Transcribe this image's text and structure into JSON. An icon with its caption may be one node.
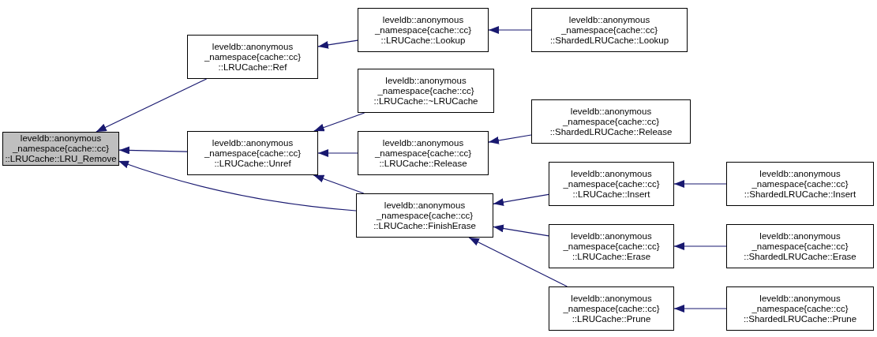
{
  "diagram": {
    "nodes": [
      {
        "text": [
          "leveldb::anonymous _namespace{cache::cc} ::LRUCache::LRU_Remove"
        ]
      },
      {
        "text": [
          "leveldb::anonymous _namespace{cache::cc} ::LRUCache::Ref"
        ]
      },
      {
        "text": [
          "leveldb::anonymous _namespace{cache::cc} ::LRUCache::Unref"
        ]
      },
      {
        "text": [
          "leveldb::anonymous _namespace{cache::cc} ::LRUCache::Lookup"
        ]
      },
      {
        "text": [
          "leveldb::anonymous _namespace{cache::cc} ::LRUCache::~LRUCache"
        ]
      },
      {
        "text": [
          "leveldb::anonymous _namespace{cache::cc} ::LRUCache::Release"
        ]
      },
      {
        "text": [
          "leveldb::anonymous _namespace{cache::cc} ::LRUCache::FinishErase"
        ]
      },
      {
        "text": [
          "leveldb::anonymous _namespace{cache::cc} ::ShardedLRUCache::Lookup"
        ]
      },
      {
        "text": [
          "leveldb::anonymous _namespace{cache::cc} ::ShardedLRUCache::Release"
        ]
      },
      {
        "text": [
          "leveldb::anonymous _namespace{cache::cc} ::LRUCache::Insert"
        ]
      },
      {
        "text": [
          "leveldb::anonymous _namespace{cache::cc} ::LRUCache::Erase"
        ]
      },
      {
        "text": [
          "leveldb::anonymous _namespace{cache::cc} ::LRUCache::Prune"
        ]
      },
      {
        "text": [
          "leveldb::anonymous _namespace{cache::cc} ::ShardedLRUCache::Insert"
        ]
      },
      {
        "text": [
          "leveldb::anonymous _namespace{cache::cc} ::ShardedLRUCache::Erase"
        ]
      },
      {
        "text": [
          "leveldb::anonymous _namespace{cache::cc} ::ShardedLRUCache::Prune"
        ]
      }
    ],
    "edges": [
      {
        "from": 1,
        "to": 0,
        "arrow": "to"
      },
      {
        "from": 2,
        "to": 0,
        "arrow": "to"
      },
      {
        "from": 6,
        "to": 0,
        "arrow": "to"
      },
      {
        "from": 3,
        "to": 1,
        "arrow": "to"
      },
      {
        "from": 4,
        "to": 2,
        "arrow": "to"
      },
      {
        "from": 5,
        "to": 2,
        "arrow": "to"
      },
      {
        "from": 6,
        "to": 2,
        "arrow": "to"
      },
      {
        "from": 7,
        "to": 3,
        "arrow": "to"
      },
      {
        "from": 8,
        "to": 5,
        "arrow": "to"
      },
      {
        "from": 9,
        "to": 6,
        "arrow": "to"
      },
      {
        "from": 10,
        "to": 6,
        "arrow": "to"
      },
      {
        "from": 11,
        "to": 6,
        "arrow": "to"
      },
      {
        "from": 12,
        "to": 9,
        "arrow": "to"
      },
      {
        "from": 13,
        "to": 10,
        "arrow": "to"
      },
      {
        "from": 14,
        "to": 11,
        "arrow": "to"
      }
    ]
  }
}
